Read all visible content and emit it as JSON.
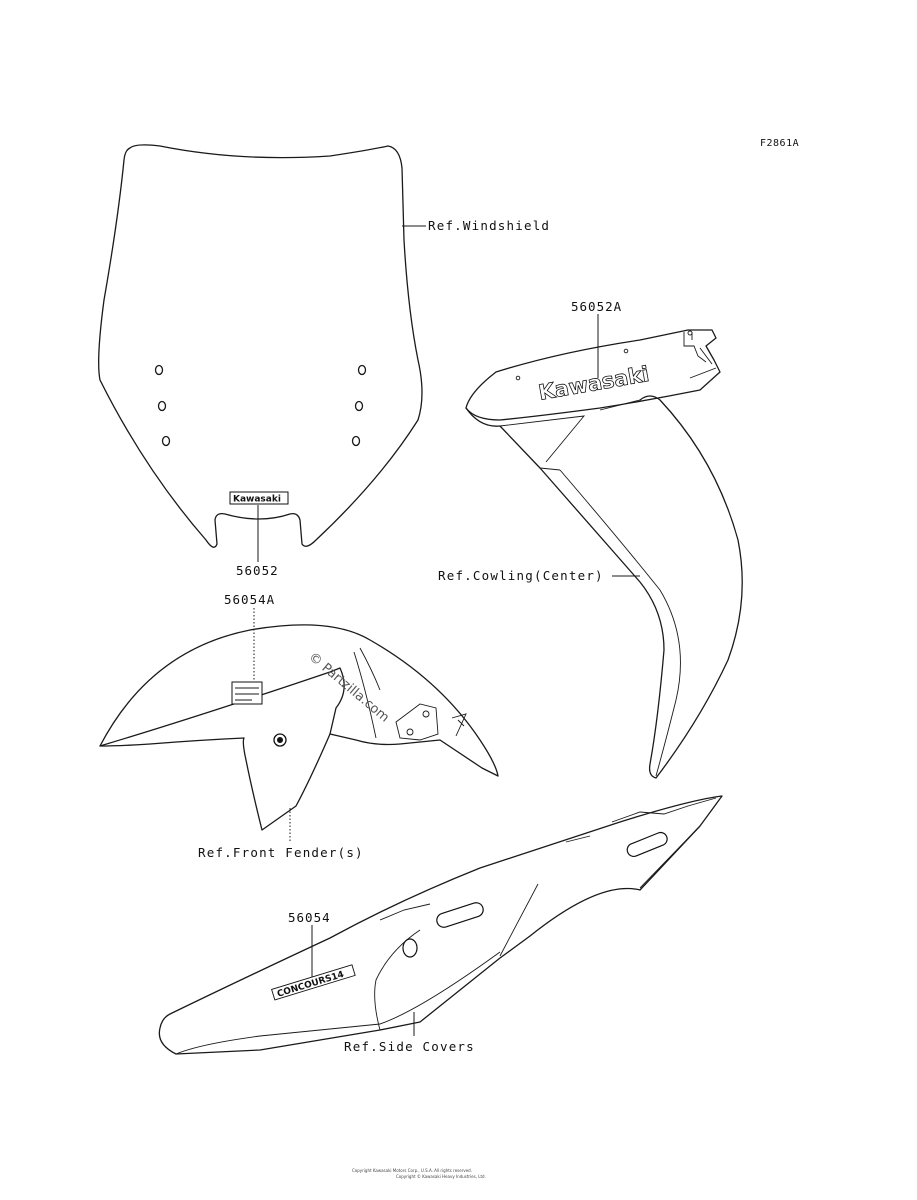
{
  "figure_id": "F2861A",
  "labels": {
    "windshield": "Ref.Windshield",
    "cowling": "Ref.Cowling(Center)",
    "front_fender": "Ref.Front Fender(s)",
    "side_covers": "Ref.Side Covers"
  },
  "part_numbers": {
    "windshield_decal": "56052",
    "cowling_decal": "56052A",
    "fender_decal": "56054A",
    "side_cover_decal": "56054"
  },
  "decals": {
    "brand": "Kawasaki",
    "model": "CONCOURS14"
  },
  "watermark": "© Partzilla.com",
  "footer": {
    "line1": "Copyright Kawasaki Motors Corp., U.S.A. All rights reserved.",
    "line2": "Copyright © Kawasaki Heavy Industries, Ltd."
  }
}
